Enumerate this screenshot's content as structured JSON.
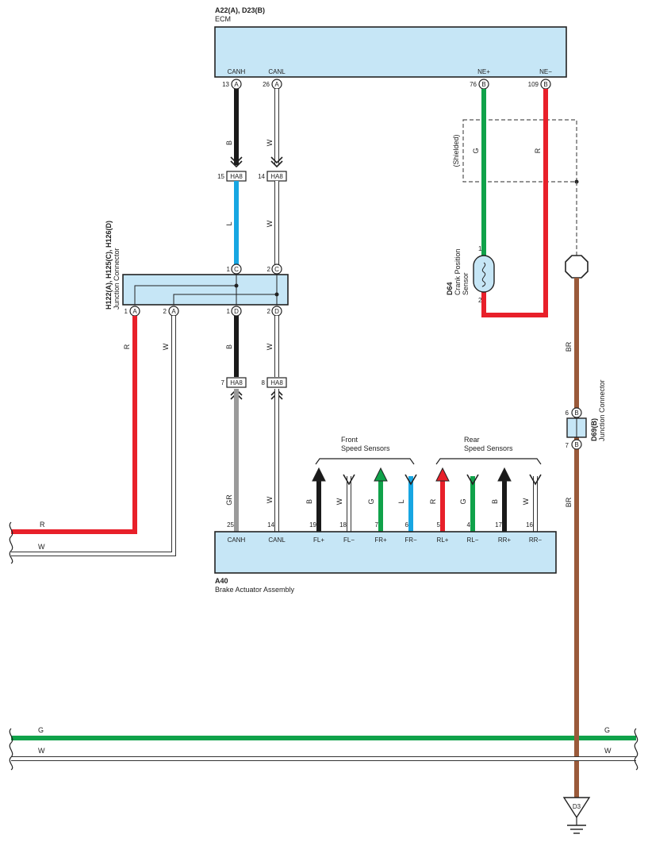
{
  "ecm": {
    "code": "A22(A), D23(B)",
    "name": "ECM",
    "terms": [
      "CANH",
      "CANL",
      "NE+",
      "NE−"
    ],
    "pins": [
      "13",
      "26",
      "76",
      "109"
    ],
    "conn": [
      "A",
      "A",
      "B",
      "B"
    ]
  },
  "shielded": "(Shielded)",
  "jc": {
    "code": "H122(A), H125(C), H126(D)",
    "name": "Junction Connector",
    "top_pins": [
      "1",
      "2"
    ],
    "top_conn": [
      "C",
      "C"
    ],
    "bottom_pins": [
      "1",
      "2",
      "1",
      "2"
    ],
    "bottom_conn": [
      "A",
      "A",
      "D",
      "D"
    ]
  },
  "ha8": {
    "label": "HA8",
    "upper_pins": [
      "15",
      "14"
    ],
    "lower_pins": [
      "7",
      "8"
    ]
  },
  "crank": {
    "code": "D64",
    "name1": "Crank Position",
    "name2": "Sensor",
    "pin1": "1",
    "pin2": "2"
  },
  "jc2": {
    "code": "D69(B)",
    "name": "Junction Connector",
    "pin_top": "6",
    "pin_bottom": "7",
    "conn": "B"
  },
  "brake": {
    "code": "A40",
    "name": "Brake Actuator Assembly",
    "terms": [
      "CANH",
      "CANL",
      "FL+",
      "FL−",
      "FR+",
      "FR−",
      "RL+",
      "RL−",
      "RR+",
      "RR−"
    ],
    "pins": [
      "25",
      "14",
      "19",
      "18",
      "7",
      "6",
      "5",
      "4",
      "17",
      "16"
    ],
    "wire_letters": [
      "GR",
      "W",
      "B",
      "W",
      "G",
      "L",
      "R",
      "G",
      "B",
      "W"
    ]
  },
  "sensor_groups": {
    "front1": "Front",
    "front2": "Speed Sensors",
    "rear1": "Rear",
    "rear2": "Speed Sensors"
  },
  "wire_letters": {
    "b": "B",
    "w": "W",
    "l": "L",
    "g": "G",
    "r": "R",
    "br": "BR"
  },
  "ground": {
    "code": "D3"
  },
  "colors": {
    "box_fill": "#c6e6f6",
    "R": "#e8202a",
    "G": "#10a24a",
    "B": "#1a1a1a",
    "L": "#17a6e2",
    "W": "#ffffff",
    "GR": "#9a9a9a",
    "BR": "#9a5a3a"
  }
}
